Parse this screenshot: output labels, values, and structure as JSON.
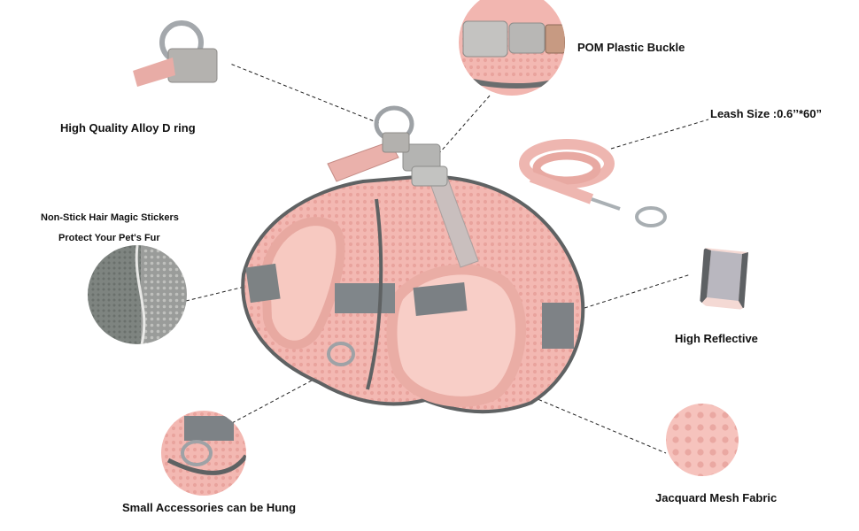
{
  "callouts": {
    "d_ring": "High Quality Alloy D ring",
    "buckle": "POM Plastic Buckle",
    "leash": "Leash Size :0.6’’*60”",
    "stickers_line1": "Non-Stick Hair Magic Stickers",
    "stickers_line2": "Protect Your Pet's Fur",
    "reflective": "High Reflective",
    "accessories": "Small Accessories can be Hung",
    "mesh": "Jacquard Mesh Fabric"
  },
  "colors": {
    "harness_pink": "#f2b5b0",
    "harness_inner": "#f7c7bf",
    "trim_gray": "#6a6d6e",
    "reflective_gray": "#8b8e90",
    "strap_gray": "#b8b6b4",
    "metal": "#a0a4a8"
  }
}
